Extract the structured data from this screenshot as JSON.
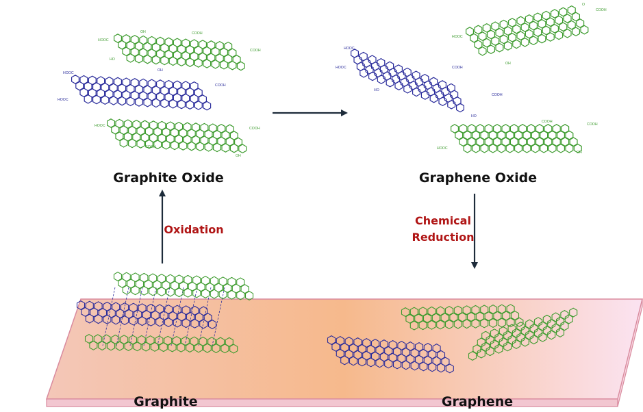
{
  "labels": {
    "graphite_oxide": "Graphite Oxide",
    "graphene_oxide": "Graphene Oxide",
    "graphite": "Graphite",
    "graphene": "Graphene",
    "oxidation": "Oxidation",
    "chemical_reduction_line1": "Chemical",
    "chemical_reduction_line2": "Reduction"
  },
  "functional_groups": [
    "HOOC",
    "COOH",
    "OH",
    "HO",
    "O"
  ],
  "colors": {
    "green_sheet": "#3d9b2e",
    "blue_sheet": "#2a2c9b",
    "step_text": "#b01515",
    "arrow": "#1d2b3a",
    "substrate_left": "#f4c7b8",
    "substrate_mid": "#f6b98c",
    "substrate_right": "#fbe3f1",
    "substrate_edge": "#d98a9e"
  },
  "icons": {
    "process_arrow": "arrow",
    "graphene_sheet": "hexagonal-lattice"
  }
}
